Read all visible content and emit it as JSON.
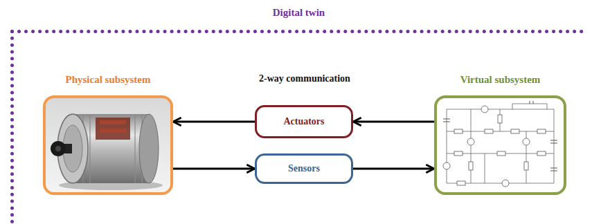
{
  "diagram": {
    "nodes": [
      {
        "text": [
          "Digital twin"
        ]
      },
      {
        "text": [
          "Physical subsystem"
        ],
        "in": 0
      },
      {
        "text": [
          "Actuators"
        ],
        "in": 0
      },
      {
        "text": [
          "Sensors"
        ],
        "in": 0
      },
      {
        "text": [
          "Virtual subsystem"
        ],
        "in": 0
      }
    ],
    "edges": [
      {
        "from": 4,
        "to": 2,
        "arrow": "to"
      },
      {
        "from": 2,
        "to": 1,
        "arrow": "to"
      },
      {
        "from": 1,
        "to": 3,
        "arrow": "to"
      },
      {
        "from": 3,
        "to": 4,
        "arrow": "to"
      }
    ],
    "labels": [
      "2-way communication"
    ]
  }
}
